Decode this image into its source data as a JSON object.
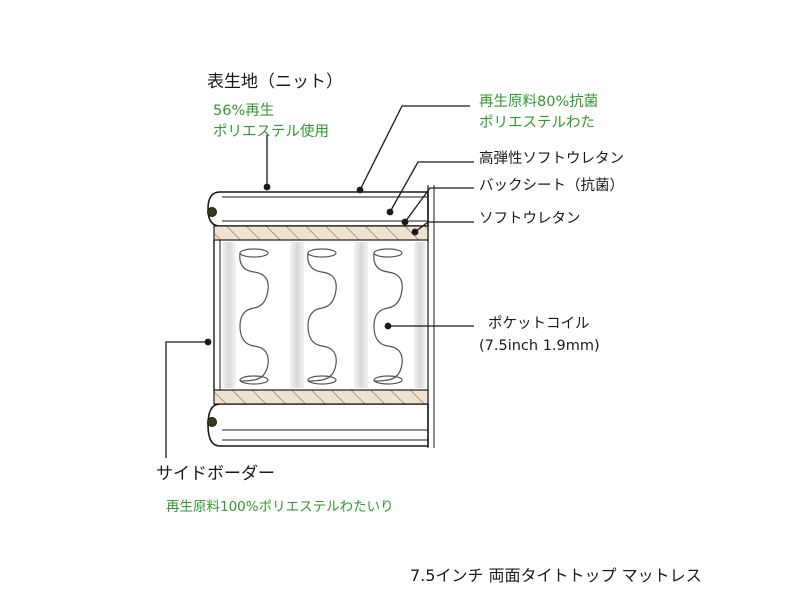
{
  "labels": {
    "surface": "表生地（ニット）",
    "surface_note_1": "56%再生",
    "surface_note_2": "ポリエステル使用",
    "fiber_1": "再生原料80%抗菌",
    "fiber_2": "ポリエステルわた",
    "high_resilience": "高弾性ソフトウレタン",
    "back_sheet": "バックシート（抗菌）",
    "soft_urethane": "ソフトウレタン",
    "pocket_coil": "ポケットコイル",
    "pocket_coil_spec": "(7.5inch 1.9mm)",
    "side_border": "サイドボーダー",
    "side_border_note": "再生原料100%ポリエステルわたいり"
  },
  "caption": "7.5インチ 両面タイトトップ マットレス",
  "colors": {
    "green": "#2e9a2e",
    "stroke": "#1a1a1a",
    "hatch_fill": "#e8d8bf",
    "coil_shade": "#cfcfcf"
  }
}
